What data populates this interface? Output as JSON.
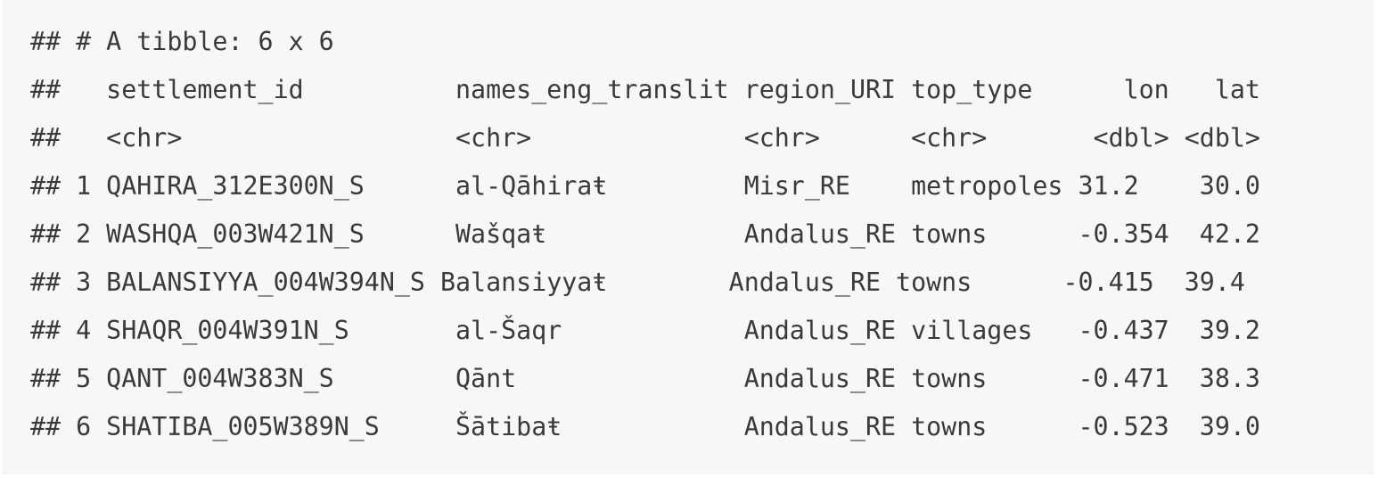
{
  "output": {
    "lines": [
      "## # A tibble: 6 x 6",
      "##   settlement_id          names_eng_translit region_URI top_type      lon   lat",
      "##   <chr>                  <chr>              <chr>      <chr>       <dbl> <dbl>",
      "## 1 QAHIRA_312E300N_S      al-Qāhiraŧ         Misr_RE    metropoles 31.2    30.0",
      "## 2 WASHQA_003W421N_S      Wašqaŧ             Andalus_RE towns      -0.354  42.2",
      "## 3 BALANSIYYA_004W394N_S Balansiyyaŧ        Andalus_RE towns      -0.415  39.4",
      "## 4 SHAQR_004W391N_S       al-Šaqr            Andalus_RE villages   -0.437  39.2",
      "## 5 QANT_004W383N_S        Qānt               Andalus_RE towns      -0.471  38.3",
      "## 6 SHATIBA_005W389N_S     Šātibaŧ            Andalus_RE towns      -0.523  39.0"
    ]
  }
}
